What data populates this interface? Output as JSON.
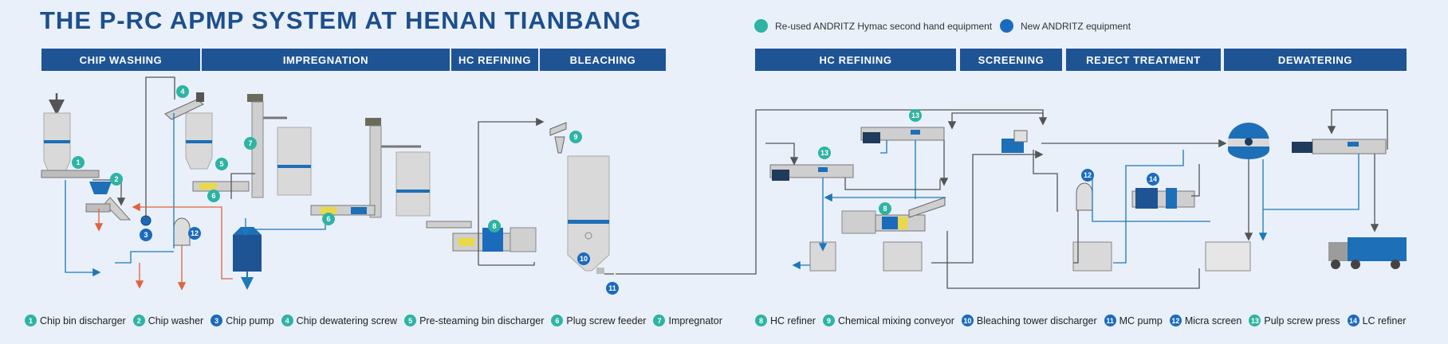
{
  "title": "THE P-RC APMP SYSTEM AT HENAN TIANBANG",
  "legend": [
    {
      "label": "Re-used ANDRITZ Hymac second hand equipment",
      "color": "#2fb3a3"
    },
    {
      "label": "New ANDRITZ equipment",
      "color": "#1b6bbd"
    }
  ],
  "sections_left": [
    "CHIP WASHING",
    "IMPREGNATION",
    "HC REFINING",
    "BLEACHING"
  ],
  "sections_right": [
    "HC REFINING",
    "SCREENING",
    "REJECT TREATMENT",
    "DEWATERING"
  ],
  "colors": {
    "reused": "#2fb3a3",
    "new": "#1b6bbd",
    "header": "#1f5494",
    "flow": "#1d78b8",
    "reject": "#e0633a"
  },
  "footer_left": [
    {
      "num": "1",
      "label": "Chip bin discharger",
      "kind": "reused"
    },
    {
      "num": "2",
      "label": "Chip washer",
      "kind": "reused"
    },
    {
      "num": "3",
      "label": "Chip pump",
      "kind": "new"
    },
    {
      "num": "4",
      "label": "Chip dewatering screw",
      "kind": "reused"
    },
    {
      "num": "5",
      "label": "Pre-steaming bin discharger",
      "kind": "reused"
    },
    {
      "num": "6",
      "label": "Plug screw feeder",
      "kind": "reused"
    },
    {
      "num": "7",
      "label": "Impregnator",
      "kind": "reused"
    }
  ],
  "footer_right": [
    {
      "num": "8",
      "label": "HC refiner",
      "kind": "reused"
    },
    {
      "num": "9",
      "label": "Chemical mixing conveyor",
      "kind": "reused"
    },
    {
      "num": "10",
      "label": "Bleaching tower discharger",
      "kind": "new"
    },
    {
      "num": "11",
      "label": "MC pump",
      "kind": "new"
    },
    {
      "num": "12",
      "label": "Micra screen",
      "kind": "new"
    },
    {
      "num": "13",
      "label": "Pulp screw press",
      "kind": "reused"
    },
    {
      "num": "14",
      "label": "LC refiner",
      "kind": "new"
    }
  ]
}
